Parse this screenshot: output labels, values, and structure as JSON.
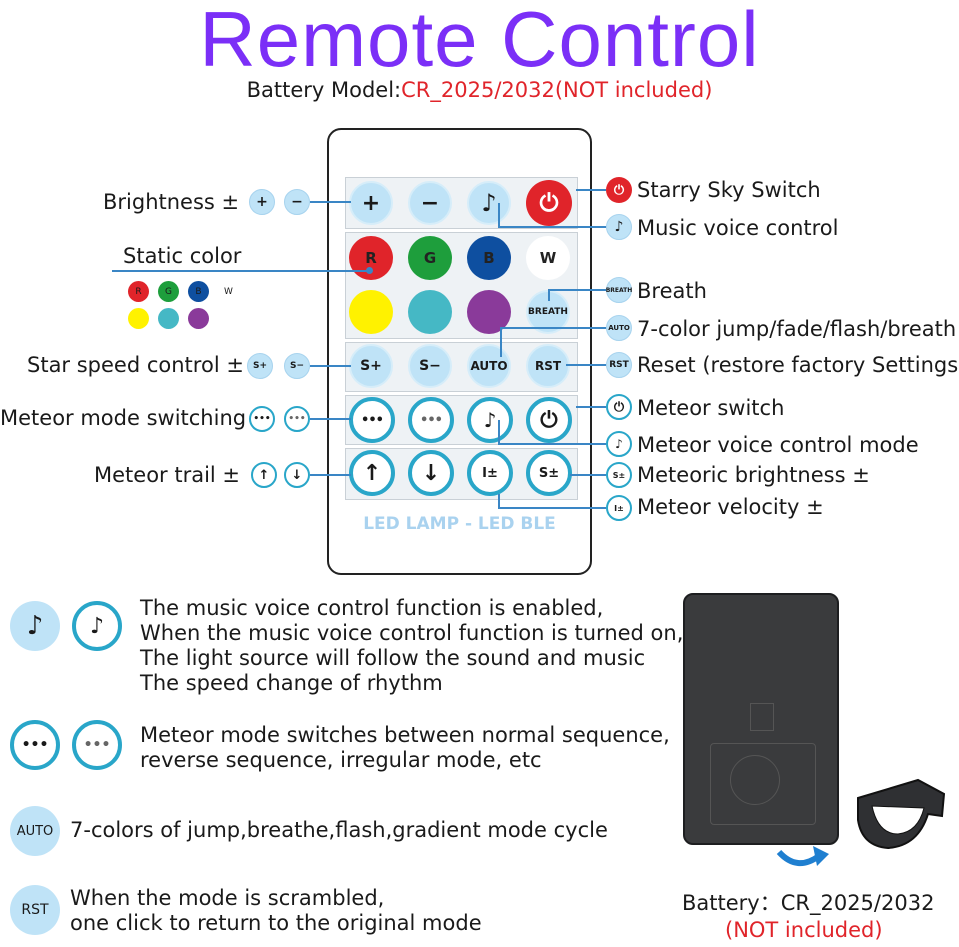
{
  "header": {
    "title": "Remote Control",
    "battery_prefix": "Battery Model:",
    "battery_model": "CR_2025/2032(NOT included)"
  },
  "remote": {
    "brand": "LED LAMP - LED BLE",
    "buttons": {
      "bright_up": "+",
      "bright_down": "−",
      "music": "♪",
      "power": "⏻",
      "r": "R",
      "g": "G",
      "b": "B",
      "w": "W",
      "breath": "BREATH",
      "s_plus": "S+",
      "s_minus": "S−",
      "auto": "AUTO",
      "rst": "RST",
      "meteor_normal": "•••",
      "meteor_reverse": "•••",
      "meteor_music": "♪",
      "meteor_switch": "⏻",
      "trail_up": "↑",
      "trail_down": "↓",
      "velocity": "I±",
      "meteor_bright": "S±"
    }
  },
  "callouts_left": {
    "brightness": "Brightness ±",
    "static_color": "Static color",
    "star_speed": "Star speed control ±",
    "meteor_mode": "Meteor mode switching",
    "meteor_trail": "Meteor trail ±"
  },
  "callouts_right": {
    "starry_sky": "Starry Sky Switch",
    "music_voice": "Music voice control",
    "breath": "Breath",
    "auto": "7-color jump/fade/flash/breath",
    "reset": "Reset (restore factory Settings)",
    "meteor_switch": "Meteor switch",
    "meteor_voice": "Meteor voice control mode",
    "meteoric_brightness": "Meteoric brightness ±",
    "meteor_velocity": "Meteor velocity ±"
  },
  "mini_icons": {
    "breath": "BREATH",
    "auto": "AUTO",
    "rst": "RST",
    "s_plus": "S+",
    "s_minus": "S−",
    "s_pm": "S±",
    "i_pm": "I±"
  },
  "swatches": [
    "R",
    "G",
    "B",
    "W"
  ],
  "descriptions": {
    "music": [
      "The music voice control function is enabled,",
      "When the music voice control function is turned on,",
      "The light source will follow the sound and music",
      "The speed change of rhythm"
    ],
    "meteor": [
      "Meteor mode switches between normal sequence,",
      "reverse sequence, irregular mode, etc"
    ],
    "auto_label": "AUTO",
    "auto": "7-colors of jump,breathe,flash,gradient mode cycle",
    "rst_label": "RST",
    "rst": [
      "When the mode is scrambled,",
      "one click to return to the original mode"
    ]
  },
  "battery_box": {
    "caption": "Battery：CR_2025/2032",
    "note": "(NOT included)"
  },
  "colors": {
    "title": "#7b2ff7",
    "red_text": "#e0242a",
    "callout_line": "#3a86c5",
    "button_light_blue": "#bfe3f7",
    "ring": "#29a6c9",
    "red_btn": "#e0242a",
    "green_btn": "#1e9e3c",
    "blue_btn": "#0e4fa0",
    "yellow_btn": "#fff200",
    "cyan_btn": "#45b8c5",
    "purple_btn": "#8a3a9a"
  }
}
